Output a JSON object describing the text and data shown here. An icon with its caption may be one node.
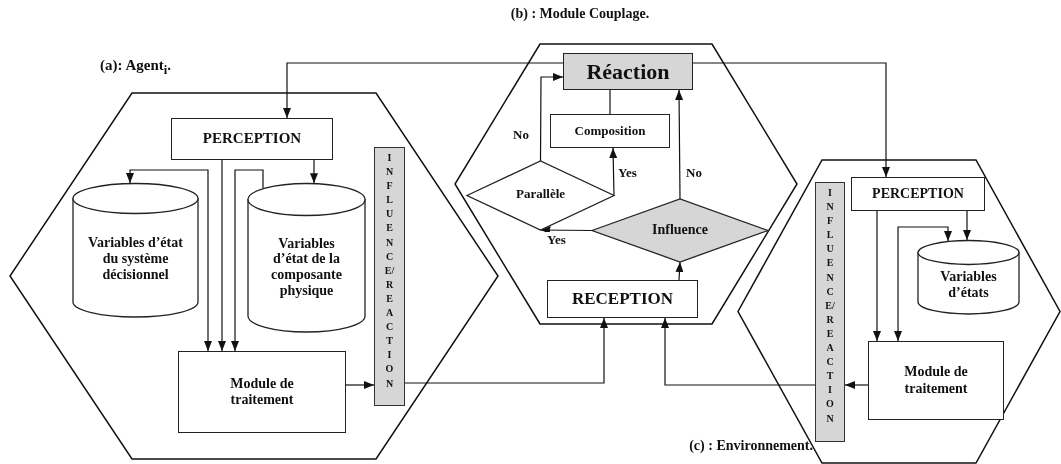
{
  "diagram": {
    "nodes": [
      {
        "text": [
          "(a): Agent$_{i}$."
        ]
      },
      {
        "text": [
          "PERCEPTION"
        ],
        "in": 0
      },
      {
        "text": [
          "Variables d’état du système décisionnel"
        ],
        "in": 0
      },
      {
        "text": [
          "Variables d’état de la composante physique"
        ],
        "in": 0
      },
      {
        "text": [
          "Module de traitement"
        ],
        "in": 0
      },
      {
        "text": [
          "INFLUENCE/REACTION"
        ],
        "in": 0
      },
      {
        "text": [
          "(b) : Module Couplage."
        ]
      },
      {
        "text": [
          "Réaction"
        ],
        "in": 6
      },
      {
        "text": [
          "Composition"
        ],
        "in": 6
      },
      {
        "text": [
          "Parallèle"
        ],
        "in": 6
      },
      {
        "text": [
          "Influence"
        ],
        "in": 6
      },
      {
        "text": [
          "RECEPTION"
        ],
        "in": 6
      },
      {
        "text": [
          "(c) : Environnement."
        ]
      },
      {
        "text": [
          "INFLUENCE/REACTION"
        ],
        "in": 12
      },
      {
        "text": [
          "PERCEPTION"
        ],
        "in": 12
      },
      {
        "text": [
          "Variables d’états"
        ],
        "in": 12
      },
      {
        "text": [
          "Module de traitement"
        ],
        "in": 12
      }
    ],
    "edges": [
      {
        "from": 7,
        "to": 1,
        "arrow": "to"
      },
      {
        "from": 7,
        "to": 14,
        "arrow": "to"
      },
      {
        "from": 2,
        "to": 4,
        "arrow": "both"
      },
      {
        "from": 1,
        "to": 4,
        "arrow": "to"
      },
      {
        "from": 3,
        "to": 4,
        "arrow": "to"
      },
      {
        "from": 1,
        "to": 3,
        "arrow": "to"
      },
      {
        "from": 4,
        "to": 5,
        "arrow": "to"
      },
      {
        "from": 5,
        "to": 11,
        "arrow": "to"
      },
      {
        "from": 13,
        "to": 11,
        "arrow": "to"
      },
      {
        "from": 16,
        "to": 13,
        "arrow": "to"
      },
      {
        "from": 14,
        "to": 16,
        "arrow": "to"
      },
      {
        "from": 14,
        "to": 15,
        "arrow": "to"
      },
      {
        "from": 16,
        "to": 15,
        "arrow": "both"
      },
      {
        "from": 11,
        "to": 10,
        "arrow": "to"
      },
      {
        "from": 10,
        "to": 7,
        "label": "No",
        "arrow": "to"
      },
      {
        "from": 10,
        "to": 9,
        "label": "Yes",
        "arrow": "to"
      },
      {
        "from": 9,
        "to": 8,
        "label": "Yes",
        "arrow": "to"
      },
      {
        "from": 9,
        "to": 7,
        "label": "No",
        "arrow": "to"
      },
      {
        "from": 8,
        "to": 7,
        "arrow": "to"
      }
    ]
  }
}
